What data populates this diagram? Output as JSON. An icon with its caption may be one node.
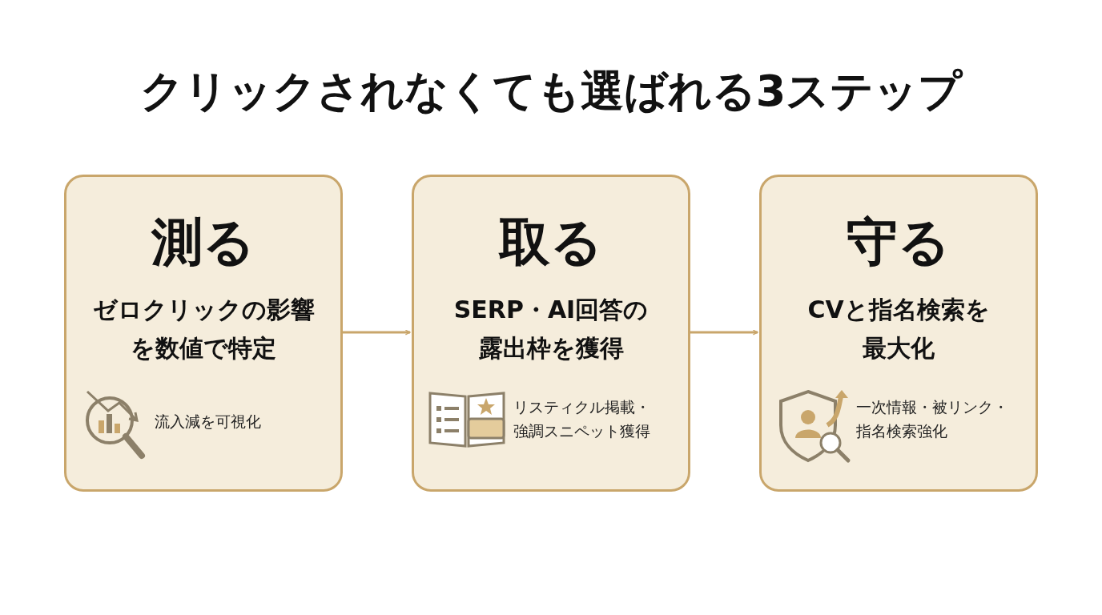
{
  "diagram": {
    "title": "クリックされなくても選ばれる3ステップ",
    "nodes": [
      {
        "text": [
          "測る",
          "ゼロクリックの影響を数値で特定",
          "流入減を可視化"
        ]
      },
      {
        "text": [
          "取る",
          "SERP・AI回答の露出枠を獲得",
          "リスティクル掲載・強調スニペット獲得"
        ]
      },
      {
        "text": [
          "守る",
          "CVと指名検索を最大化",
          "一次情報・被リンク・指名検索強化"
        ]
      }
    ],
    "edges": [
      {
        "from": 0,
        "to": 1,
        "arrow": "to"
      },
      {
        "from": 1,
        "to": 2,
        "arrow": "to"
      }
    ]
  }
}
